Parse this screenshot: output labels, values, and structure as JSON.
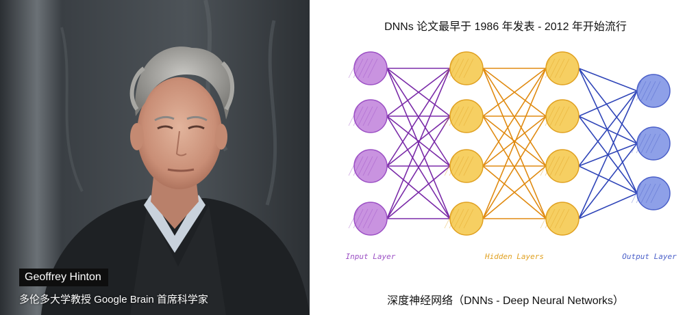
{
  "photo": {
    "caption_name": "Geoffrey Hinton",
    "caption_subtitle": "多伦多大学教授 Google Brain 首席科学家"
  },
  "diagram": {
    "title": "DNNs 论文最早于 1986 年发表 - 2012 年开始流行",
    "caption": "深度神经网络（DNNs - Deep Neural Networks）",
    "layers": [
      {
        "label": "Input Layer",
        "nodes": 4,
        "color": "#9b4fc4",
        "fill": "#c993e0"
      },
      {
        "label": "Hidden Layers",
        "nodes": 4,
        "color": "#e0a020",
        "fill": "#f6cf62"
      },
      {
        "label": "",
        "nodes": 4,
        "color": "#e0a020",
        "fill": "#f6cf62"
      },
      {
        "label": "Output Layer",
        "nodes": 3,
        "color": "#4a5fc8",
        "fill": "#8ea0e8"
      }
    ],
    "edge_colors": [
      "#7a2aa8",
      "#e08a10",
      "#2f45b8"
    ]
  }
}
